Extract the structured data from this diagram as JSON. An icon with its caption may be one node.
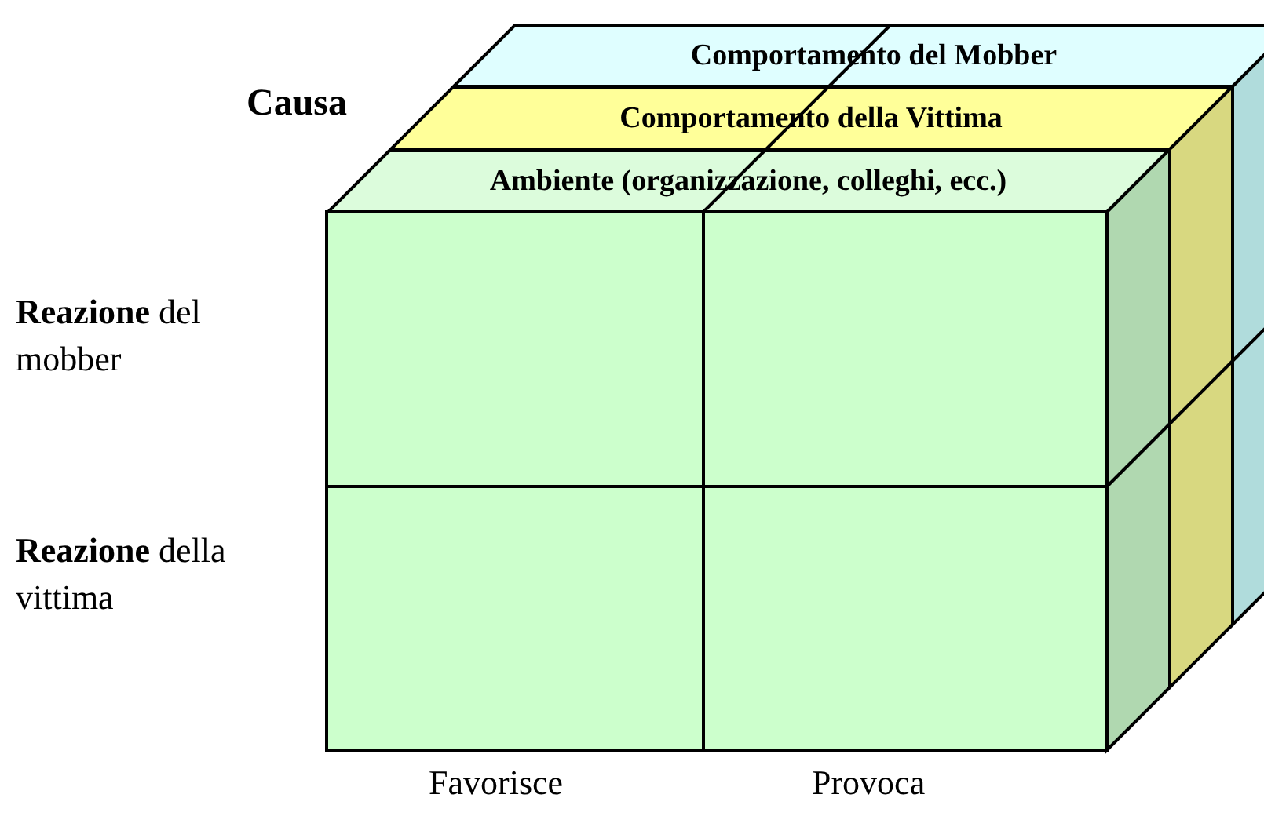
{
  "diagram": {
    "nodes": [
      {
        "text": [
          "Comportamento del Mobber"
        ]
      },
      {
        "text": [
          "Comportamento della Vittima"
        ]
      },
      {
        "text": [
          "Ambiente (organizzazione, colleghi, ecc.)"
        ]
      },
      {
        "text": [],
        "shape": "box"
      },
      {
        "text": [],
        "shape": "box"
      },
      {
        "text": [],
        "shape": "box"
      },
      {
        "text": [],
        "shape": "box"
      }
    ],
    "labels": [
      "Causa",
      "**Reazione** del mobber",
      "**Reazione** della vittima",
      "Favorisce",
      "Provoca"
    ]
  }
}
